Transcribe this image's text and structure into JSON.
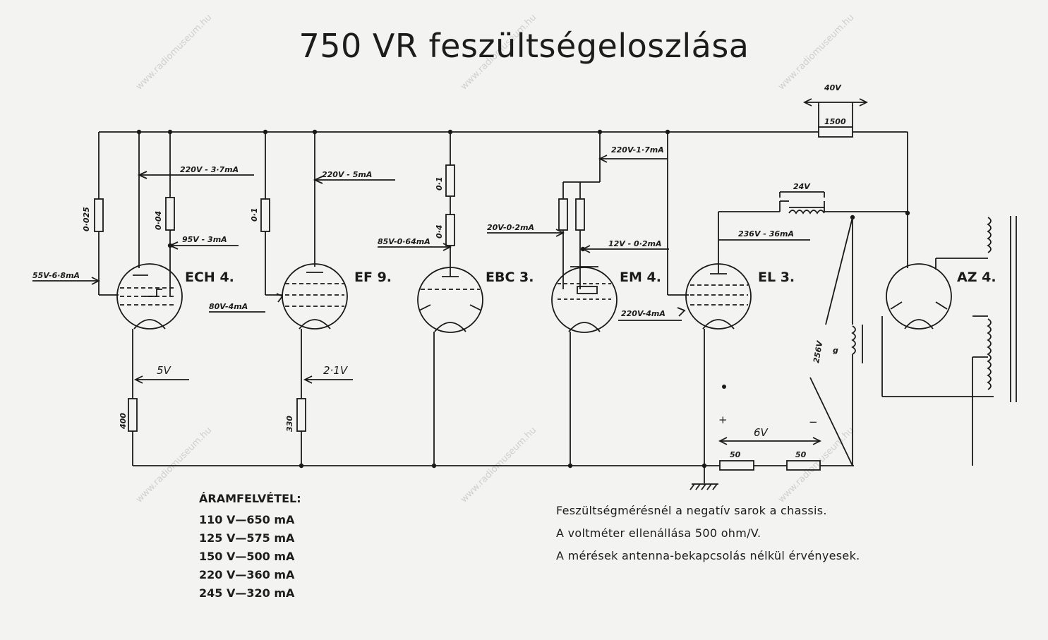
{
  "title": "750 VR  feszültségeloszlása",
  "watermark": "www.radiomuseum.hu",
  "tubes": [
    {
      "name": "ECH 4."
    },
    {
      "name": "EF 9."
    },
    {
      "name": "EBC 3."
    },
    {
      "name": "EM 4."
    },
    {
      "name": "EL 3."
    },
    {
      "name": "AZ 4."
    }
  ],
  "measurements": {
    "ech4_plate": "220V - 3·7mA",
    "ech4_screen": "95V - 3mA",
    "ech4_grid": "55V-6·8mA",
    "ech4_heater": "5V",
    "ef9_plate": "220V - 5mA",
    "ef9_screen": "80V-4mA",
    "ef9_heater": "2·1V",
    "ebc3_plate": "85V-0·64mA",
    "em4_a": "20V-0·2mA",
    "em4_b": "12V - 0·2mA",
    "em4_c": "220V-1·7mA",
    "el3_screen": "220V-4mA",
    "el3_plate": "236V - 36mA",
    "choke_drop": "24V",
    "hv": "256V",
    "bias": "6V",
    "resistor_drop": "40V"
  },
  "components": {
    "r_ech4_grid": "0·025",
    "r_ech4_screen": "0·04",
    "r_ef9": "0·1",
    "r_ebc3_top": "0·1",
    "r_ebc3_bottom": "0·4",
    "r_heater_ech4": "400",
    "r_heater_ef9": "330",
    "r_dropper": "1500",
    "r_bias_1": "50",
    "r_bias_2": "50",
    "plus": "+",
    "minus": "−",
    "speaker_label": "g"
  },
  "current_table": {
    "heading": "ÁRAMFELVÉTEL:",
    "rows": [
      "110  V—650  mA",
      "125  V—575  mA",
      "150  V—500  mA",
      "220  V—360  mA",
      "245  V—320  mA"
    ]
  },
  "notes": [
    "Feszültségmérésnél a negatív sarok a chassis.",
    "A voltméter ellenállása 500 ohm/V.",
    "A mérések antenna-bekapcsolás nélkül érvényesek."
  ],
  "colors": {
    "ink": "#1a1a1a",
    "paper": "#f3f3f1"
  }
}
